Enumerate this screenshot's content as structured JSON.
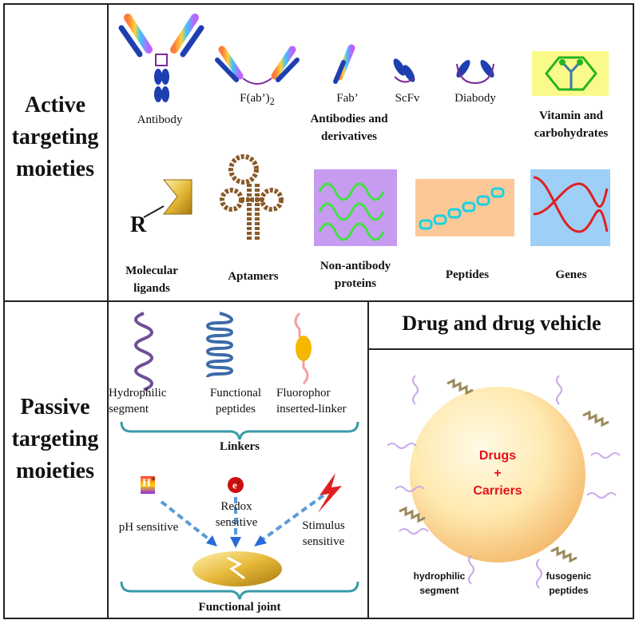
{
  "active": {
    "title_lines": [
      "Active",
      "targeting",
      "moieties"
    ],
    "antibody": "Antibody",
    "fab2": "F(ab’)",
    "fab2_sub": "2",
    "fab": "Fab’",
    "scfv": "ScFv",
    "diabody": "Diabody",
    "antibodies_group": [
      "Antibodies and",
      "derivatives"
    ],
    "vitamin": [
      "Vitamin and",
      "carbohydrates"
    ],
    "r_letter": "R",
    "molecular": [
      "Molecular",
      "ligands"
    ],
    "aptamers": "Aptamers",
    "nonantibody": [
      "Non-antibody",
      "proteins"
    ],
    "peptides": "Peptides",
    "genes": "Genes"
  },
  "passive": {
    "title_lines": [
      "Passive",
      "targeting",
      "moieties"
    ],
    "hydrophilic": [
      "Hydrophilic",
      "segment"
    ],
    "functional": [
      "Functional",
      "peptides"
    ],
    "fluorophor": [
      "Fluorophor",
      "inserted-linker"
    ],
    "linkers": "Linkers",
    "h_symbol": "H",
    "h_sup": "+",
    "e_symbol": "e",
    "e_sup": "-",
    "ph": "pH sensitive",
    "redox": [
      "Redox",
      "sensitive"
    ],
    "stimulus": [
      "Stimulus",
      "sensitive"
    ],
    "joint": "Functional joint"
  },
  "drug": {
    "title": "Drug and drug vehicle",
    "center": [
      "Drugs",
      "+",
      "Carriers"
    ],
    "hydrophilic": [
      "hydrophilic",
      "segment"
    ],
    "fusogenic": [
      "fusogenic",
      "peptides"
    ]
  },
  "colors": {
    "border": "#222222",
    "drugs_text": "#e8101a",
    "linker_bracket": "#3a9aa8",
    "purple_coil": "#6f4f95",
    "blue_coil": "#3d6aa8"
  }
}
